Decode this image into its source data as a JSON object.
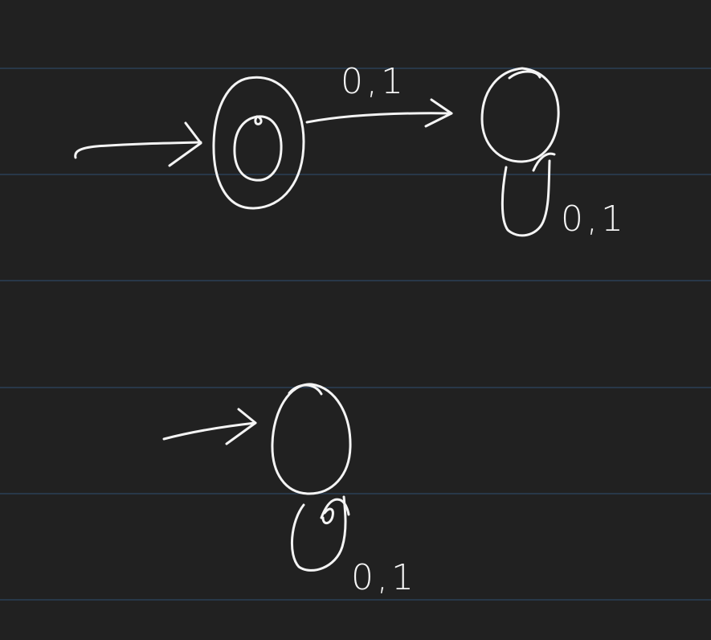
{
  "colors": {
    "background": "#212121",
    "ruled_line": "#2c4662",
    "ink": "#f4f4f4"
  },
  "ruled_lines_count": 6,
  "diagram_1": {
    "start_arrow": "start-arrow",
    "state_a": {
      "shape": "double-circle",
      "label": "0"
    },
    "state_b": {
      "shape": "circle"
    },
    "transition_a_to_b": {
      "label": "0,1"
    },
    "self_loop_b": {
      "label": "0,1"
    }
  },
  "diagram_2": {
    "start_arrow": "start-arrow",
    "state_c": {
      "shape": "circle"
    },
    "self_loop_c": {
      "label": "0,1"
    }
  }
}
